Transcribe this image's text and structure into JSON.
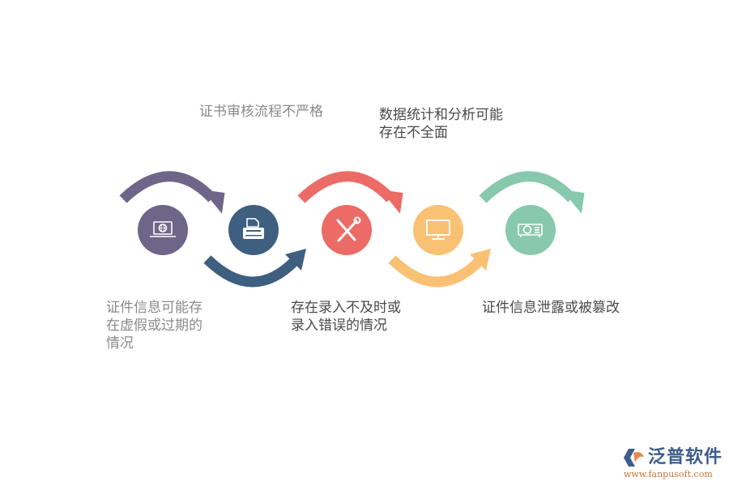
{
  "steps": [
    {
      "id": "laptop",
      "icon": "laptop-globe-icon",
      "color": "#6e6688",
      "label": "证件信息可能存\n在虚假或过期的\n情况",
      "label_position": "below"
    },
    {
      "id": "typewriter",
      "icon": "typewriter-icon",
      "color": "#3f5f80",
      "label": "证书审核流程不严格",
      "label_position": "above"
    },
    {
      "id": "tools",
      "icon": "wrench-screwdriver-icon",
      "color": "#ec6b66",
      "label": "存在录入不及时或\n录入错误的情况",
      "label_position": "below"
    },
    {
      "id": "monitor",
      "icon": "monitor-icon",
      "color": "#f8c173",
      "label": "数据统计和分析可能\n存在不全面",
      "label_position": "above"
    },
    {
      "id": "projector",
      "icon": "projector-icon",
      "color": "#88c9ad",
      "label": "证件信息泄露或被篡改",
      "label_position": "below"
    }
  ],
  "logo": {
    "brand": "泛普软件",
    "url": "www.fanpusoft.com",
    "colors": {
      "blue": "#3d5d8a",
      "orange": "#e8894a"
    }
  }
}
